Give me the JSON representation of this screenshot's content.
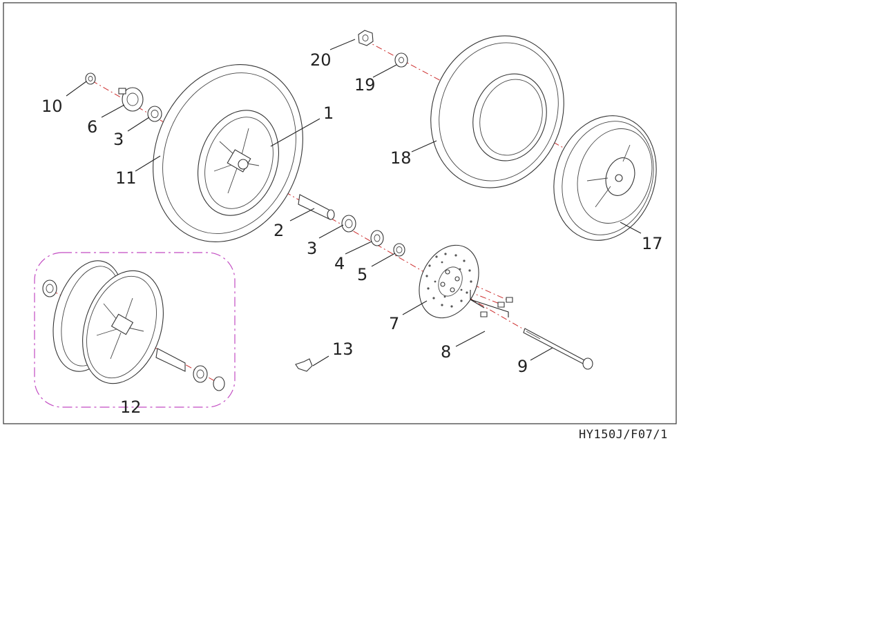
{
  "drawing_code": "HY150J/F07/1",
  "callouts": {
    "c1": "1",
    "c2": "2",
    "c3a": "3",
    "c3b": "3",
    "c4": "4",
    "c5": "5",
    "c6": "6",
    "c7": "7",
    "c8": "8",
    "c9": "9",
    "c10": "10",
    "c11": "11",
    "c12": "12",
    "c13": "13",
    "c17": "17",
    "c18": "18",
    "c19": "19",
    "c20": "20"
  },
  "colors": {
    "axis_line": "#cc2b2b",
    "assembly_group_outline": "#c24bc2",
    "line_art": "#333333"
  }
}
